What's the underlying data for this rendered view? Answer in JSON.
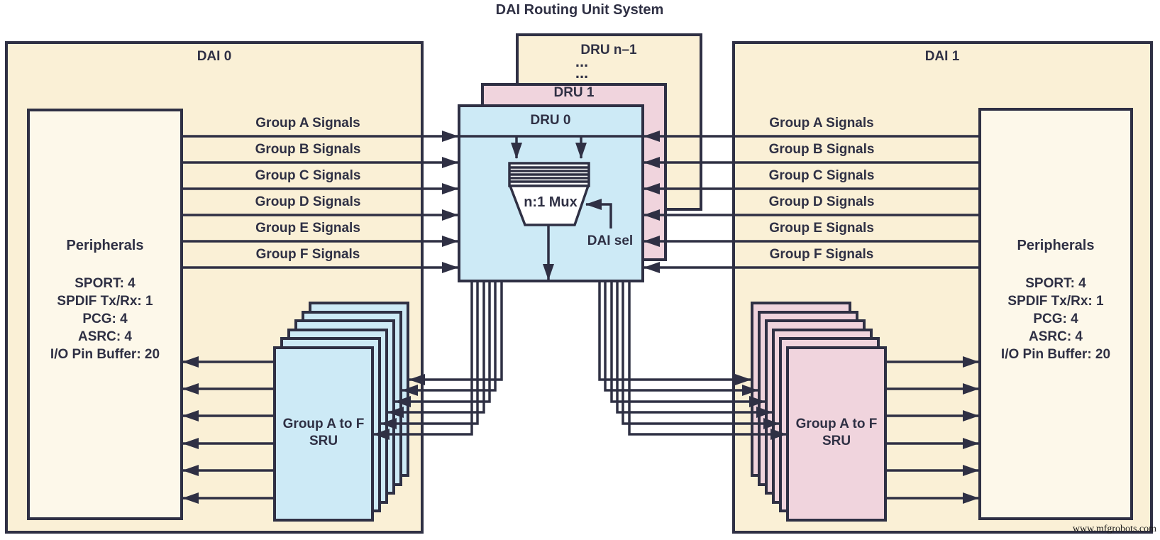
{
  "title": "DAI Routing Unit System",
  "watermark": "www.mfgrobots.com",
  "colors": {
    "line": "#2f3044",
    "cream": "#faf0d6",
    "cream-light": "#fdf8ea",
    "blue": "#cdeaf6",
    "pink": "#f0d4dd"
  },
  "dru": {
    "dru0": "DRU 0",
    "dru1": "DRU 1",
    "dru_n": "DRU n–1",
    "ellipsis": "...",
    "mux": "n:1 Mux",
    "dai_sel": "DAI sel"
  },
  "dai0": {
    "label": "DAI 0",
    "peripherals": {
      "title": "Peripherals",
      "items": [
        "SPORT: 4",
        "SPDIF Tx/Rx: 1",
        "PCG: 4",
        "ASRC: 4",
        "I/O Pin Buffer: 20"
      ]
    },
    "signals": [
      "Group A Signals",
      "Group B Signals",
      "Group C Signals",
      "Group D Signals",
      "Group E Signals",
      "Group F Signals"
    ],
    "sru": {
      "line1": "Group A to F",
      "line2": "SRU"
    }
  },
  "dai1": {
    "label": "DAI 1",
    "peripherals": {
      "title": "Peripherals",
      "items": [
        "SPORT: 4",
        "SPDIF Tx/Rx: 1",
        "PCG: 4",
        "ASRC: 4",
        "I/O Pin Buffer: 20"
      ]
    },
    "signals": [
      "Group A Signals",
      "Group B Signals",
      "Group C Signals",
      "Group D Signals",
      "Group E Signals",
      "Group F Signals"
    ],
    "sru": {
      "line1": "Group A to F",
      "line2": "SRU"
    }
  }
}
